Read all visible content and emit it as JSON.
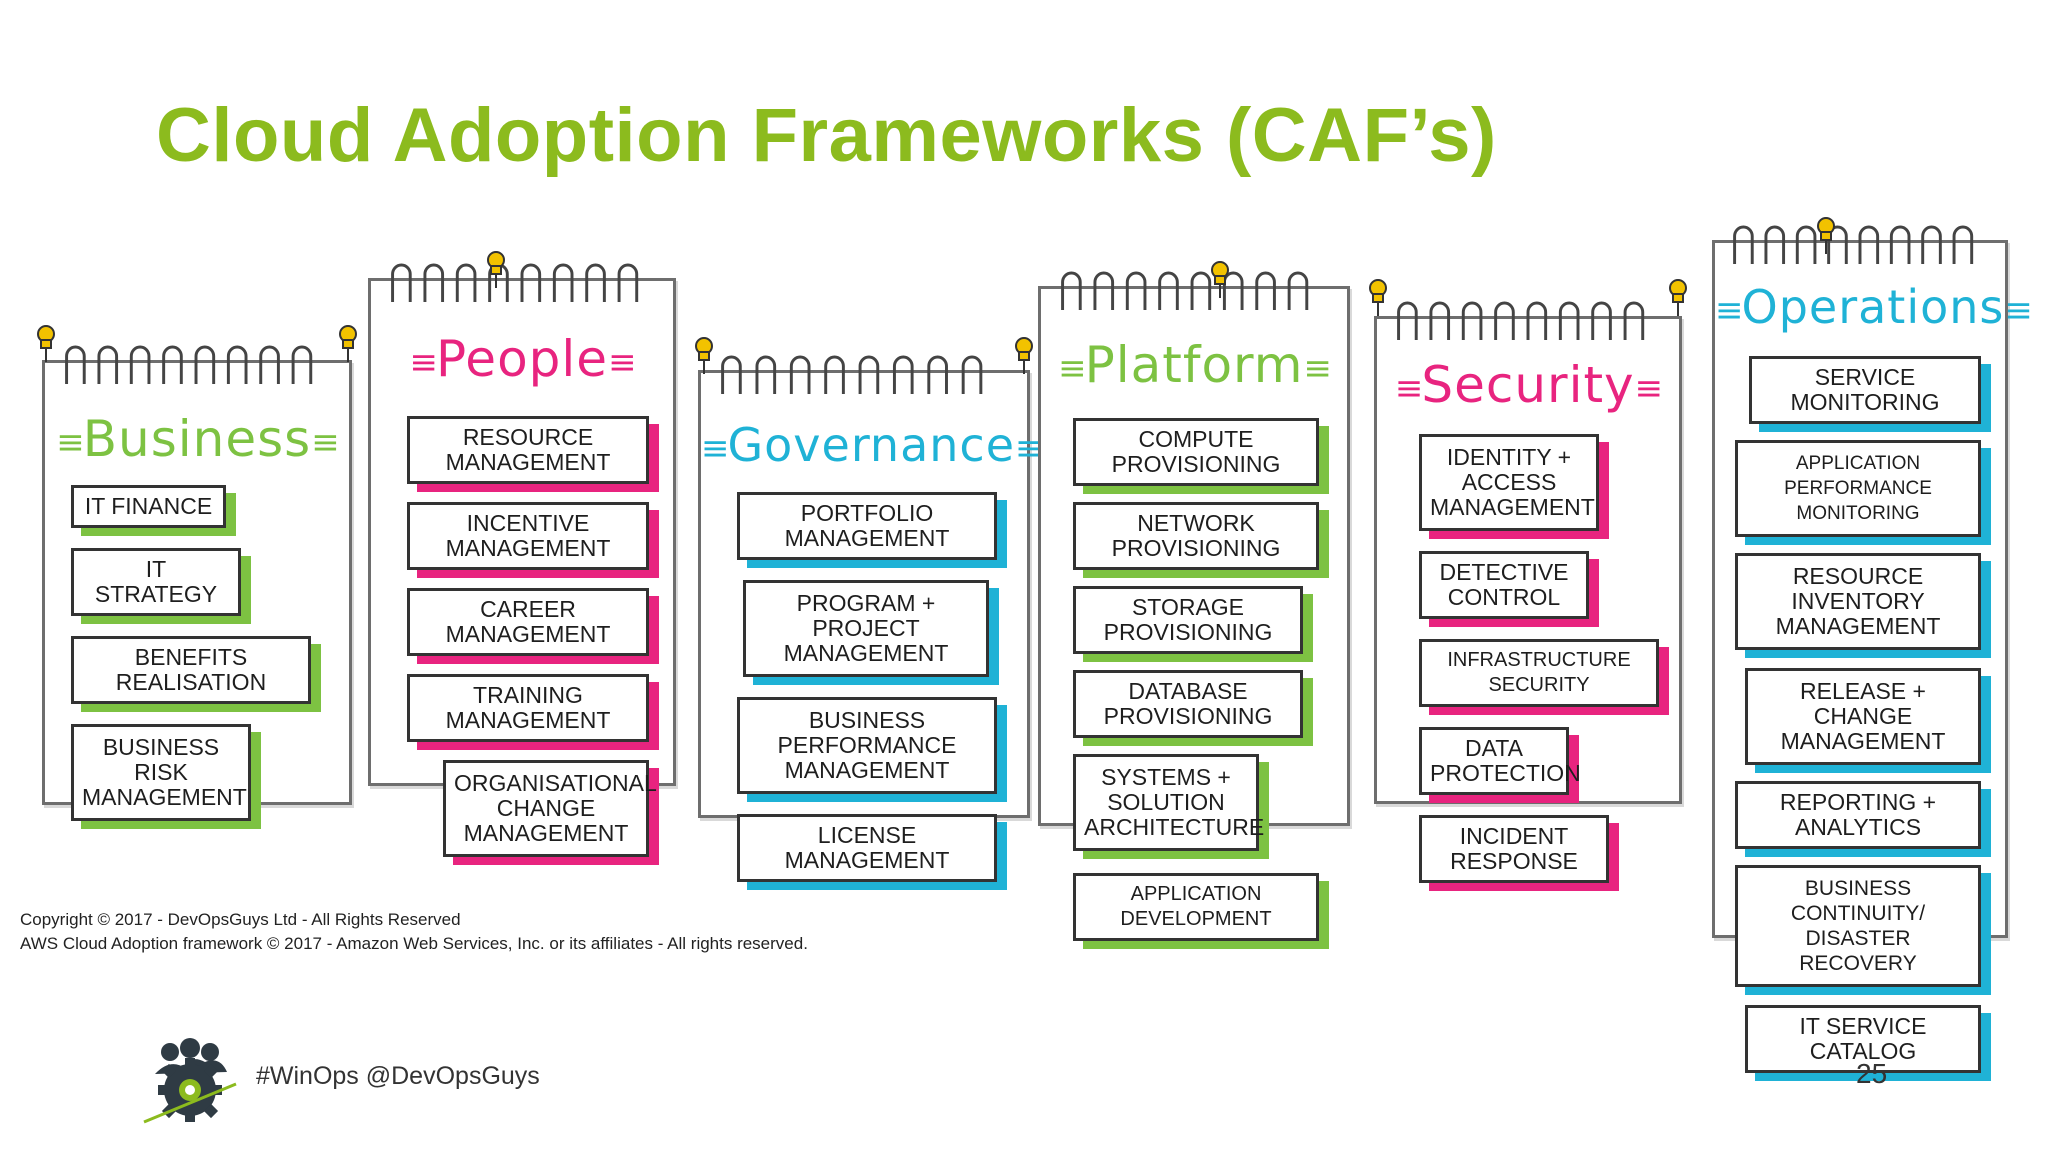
{
  "slide": {
    "title": "Cloud Adoption Frameworks (CAF’s)",
    "page_number": "25",
    "tagline": "#WinOps @DevOpsGuys",
    "copyright_lines": [
      "Copyright © 2017 - DevOpsGuys Ltd - All Rights Reserved",
      "AWS Cloud Adoption framework © 2017 - Amazon Web Services, Inc. or its affiliates - All rights reserved."
    ]
  },
  "colors": {
    "title": "#8cbb1e",
    "business": "#7dc242",
    "people": "#e8247f",
    "governance": "#1fb2d6",
    "platform": "#7dc242",
    "security": "#e8247f",
    "operations": "#1fb2d6"
  },
  "icons": [
    "pushpin-icon",
    "devopsguys-gear-logo-icon"
  ],
  "cards": [
    {
      "key": "business",
      "title": "Business",
      "items": [
        "IT Finance",
        "IT Strategy",
        "Benefits Realisation",
        "Business Risk Management"
      ]
    },
    {
      "key": "people",
      "title": "People",
      "items": [
        "Resource Management",
        "Incentive Management",
        "Career Management",
        "Training Management",
        "Organisational Change Management"
      ]
    },
    {
      "key": "governance",
      "title": "Governance",
      "items": [
        "Portfolio Management",
        "Program + Project Management",
        "Business Performance Management",
        "License Management"
      ]
    },
    {
      "key": "platform",
      "title": "Platform",
      "items": [
        "Compute Provisioning",
        "Network Provisioning",
        "Storage Provisioning",
        "Database Provisioning",
        "Systems + Solution Architecture",
        "Application Development"
      ]
    },
    {
      "key": "security",
      "title": "Security",
      "items": [
        "Identity + Access Management",
        "Detective Control",
        "Infrastructure Security",
        "Data Protection",
        "Incident Response"
      ]
    },
    {
      "key": "operations",
      "title": "Operations",
      "items": [
        "Service Monitoring",
        "Application Performance Monitoring",
        "Resource Inventory Management",
        "Release + Change Management",
        "Reporting + Analytics",
        "Business Continuity/ Disaster Recovery",
        "IT Service Catalog"
      ]
    }
  ]
}
